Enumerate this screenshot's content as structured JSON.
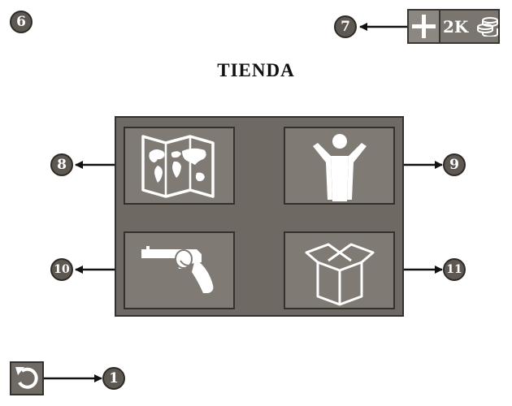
{
  "screen": {
    "title": "TIENDA"
  },
  "currency": {
    "amount": "2K",
    "add_icon": "plus-icon",
    "coin_icon": "coin-stack-icon"
  },
  "shop_items": [
    {
      "icon": "world-map-icon",
      "callout": "8"
    },
    {
      "icon": "character-icon",
      "callout": "9"
    },
    {
      "icon": "revolver-icon",
      "callout": "10"
    },
    {
      "icon": "box-icon",
      "callout": "11"
    }
  ],
  "callouts": {
    "screen": "6",
    "currency": "7",
    "back": "1"
  },
  "back_button": {
    "icon": "undo-icon"
  },
  "colors": {
    "badge": "#5e5852",
    "panel": "#6e6963",
    "tile": "#807a74",
    "icon": "#ffffff"
  }
}
